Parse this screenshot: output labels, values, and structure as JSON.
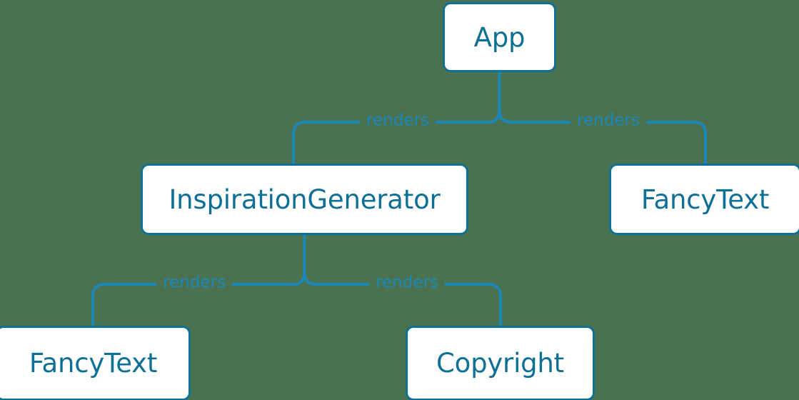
{
  "diagram": {
    "type": "component-tree",
    "background_color": "#4a7250",
    "node_fill_color": "#ffffff",
    "node_border_color": "#0f7096",
    "node_text_color": "#0f7096",
    "edge_color": "#1b86b8",
    "edge_label_color": "#1b86b8",
    "nodes": [
      {
        "id": "app",
        "label": "App",
        "level": 0
      },
      {
        "id": "inspiration",
        "label": "InspirationGenerator",
        "level": 1
      },
      {
        "id": "fancytext_right",
        "label": "FancyText",
        "level": 1
      },
      {
        "id": "fancytext_left",
        "label": "FancyText",
        "level": 2
      },
      {
        "id": "copyright",
        "label": "Copyright",
        "level": 2
      }
    ],
    "edges": [
      {
        "from": "app",
        "to": "inspiration",
        "label": "renders"
      },
      {
        "from": "app",
        "to": "fancytext_right",
        "label": "renders"
      },
      {
        "from": "inspiration",
        "to": "fancytext_left",
        "label": "renders"
      },
      {
        "from": "inspiration",
        "to": "copyright",
        "label": "renders"
      }
    ]
  }
}
